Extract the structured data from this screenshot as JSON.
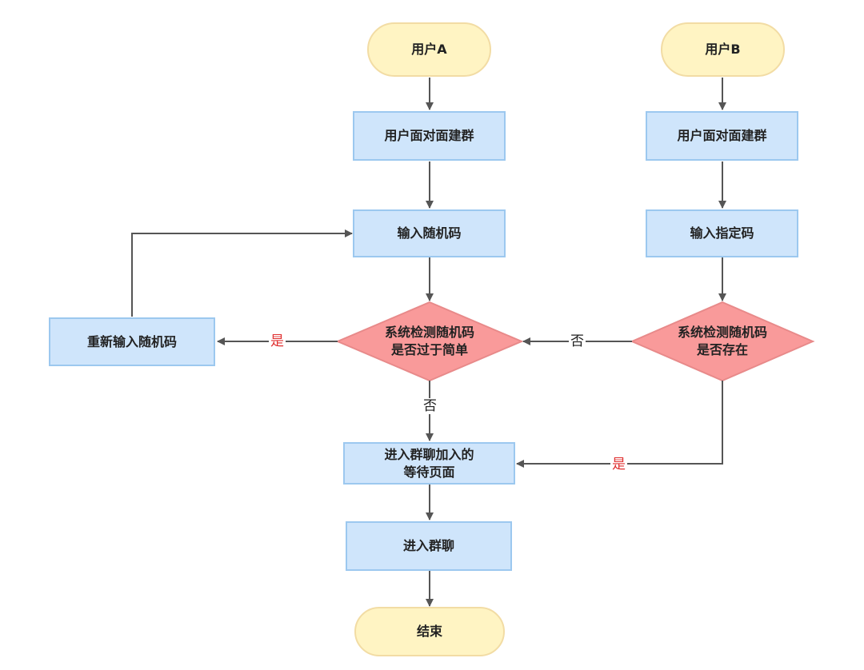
{
  "nodes": {
    "user_a": "用户A",
    "user_b": "用户B",
    "face_group_a": "用户面对面建群",
    "face_group_b": "用户面对面建群",
    "input_random": "输入随机码",
    "input_specified": "输入指定码",
    "reenter_random": "重新输入随机码",
    "check_simple_line1": "系统检测随机码",
    "check_simple_line2": "是否过于简单",
    "check_exists_line1": "系统检测随机码",
    "check_exists_line2": "是否存在",
    "waiting_line1": "进入群聊加入的",
    "waiting_line2": "等待页面",
    "enter_group": "进入群聊",
    "end": "结束"
  },
  "edge_labels": {
    "yes_reenter": "是",
    "no_check_a": "否",
    "no_check_b": "否",
    "yes_exists": "是"
  },
  "colors": {
    "terminal_fill": "#fff4c3",
    "process_fill": "#cfe5fb",
    "decision_fill": "#f99a9a",
    "arrow": "#555555",
    "yes_label": "#e03030"
  }
}
